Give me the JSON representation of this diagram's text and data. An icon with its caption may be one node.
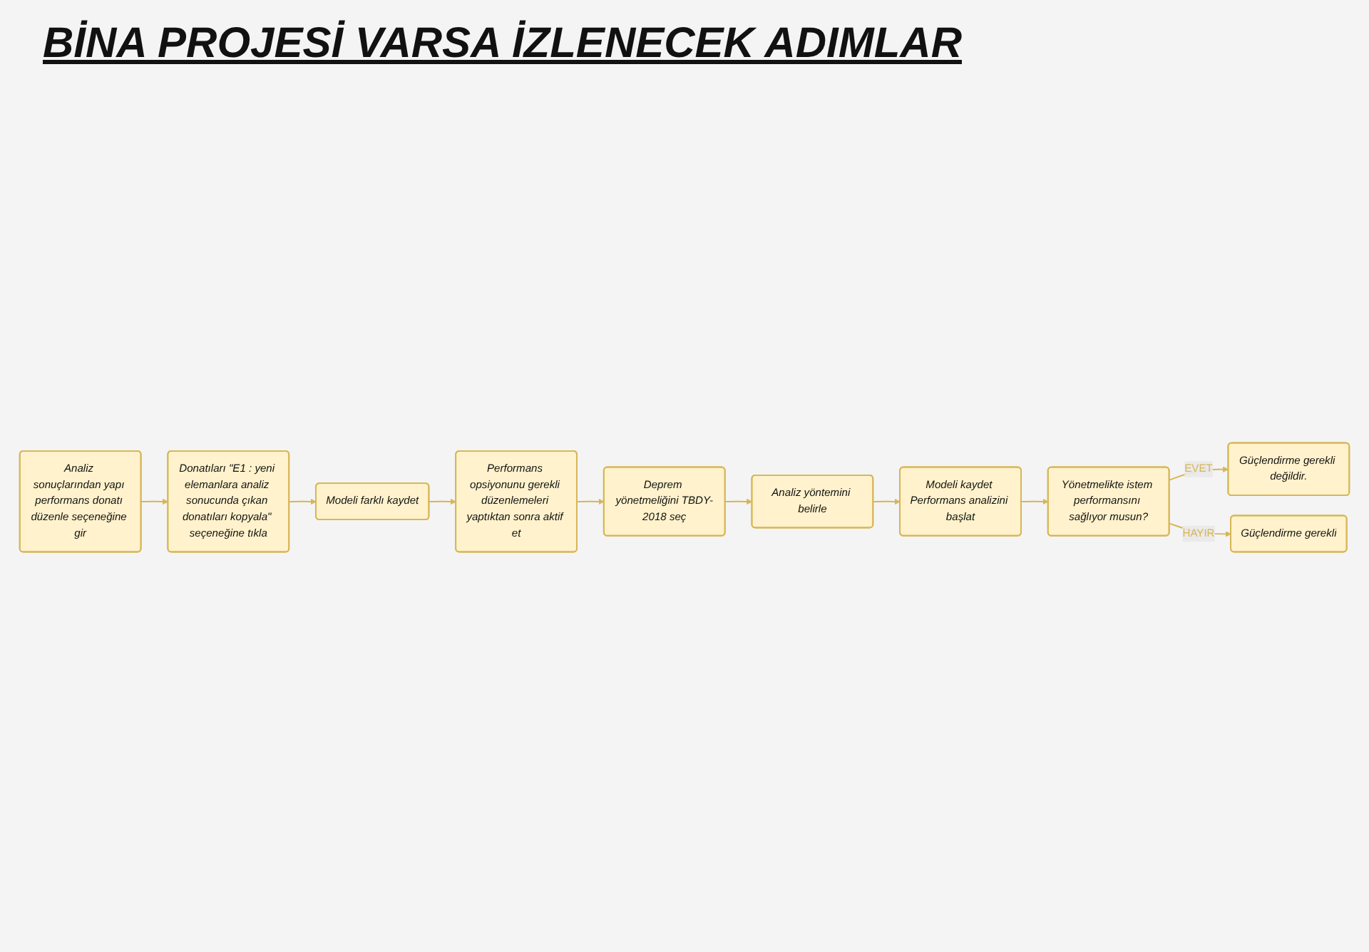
{
  "diagram": {
    "title": "BİNA PROJESİ VARSA İZLENECEK ADIMLAR",
    "nodes": [
      {
        "text": [
          "Analiz sonuçlarından yapı performans donatı düzenle seçeneğine gir"
        ]
      },
      {
        "text": [
          "Donatıları \"E1 : yeni elemanlara analiz sonucunda çıkan donatıları kopyala\" seçeneğine tıkla"
        ]
      },
      {
        "text": [
          "Modeli farklı kaydet"
        ]
      },
      {
        "text": [
          "Performans opsiyonunu gerekli düzenlemeleri yaptıktan sonra aktif et"
        ]
      },
      {
        "text": [
          "Deprem yönetmeliğini TBDY-2018 seç"
        ]
      },
      {
        "text": [
          "Analiz yöntemini belirle"
        ]
      },
      {
        "text": [
          "Modeli kaydet Performans analizini başlat"
        ]
      },
      {
        "text": [
          "Yönetmelikte istem performansını sağlıyor musun?"
        ]
      },
      {
        "text": [
          "Güçlendirme gerekli değildir."
        ]
      },
      {
        "text": [
          "Güçlendirme gerekli"
        ]
      }
    ],
    "edges": [
      {
        "from": 0,
        "to": 1,
        "arrow": "to"
      },
      {
        "from": 1,
        "to": 2,
        "arrow": "to"
      },
      {
        "from": 2,
        "to": 3,
        "arrow": "to"
      },
      {
        "from": 3,
        "to": 4,
        "arrow": "to"
      },
      {
        "from": 4,
        "to": 5,
        "arrow": "to"
      },
      {
        "from": 5,
        "to": 6,
        "arrow": "to"
      },
      {
        "from": 6,
        "to": 7,
        "arrow": "to"
      },
      {
        "from": 7,
        "to": 8,
        "arrow": "to",
        "label": "EVET"
      },
      {
        "from": 7,
        "to": 9,
        "arrow": "to",
        "label": "HAYIR"
      }
    ]
  }
}
